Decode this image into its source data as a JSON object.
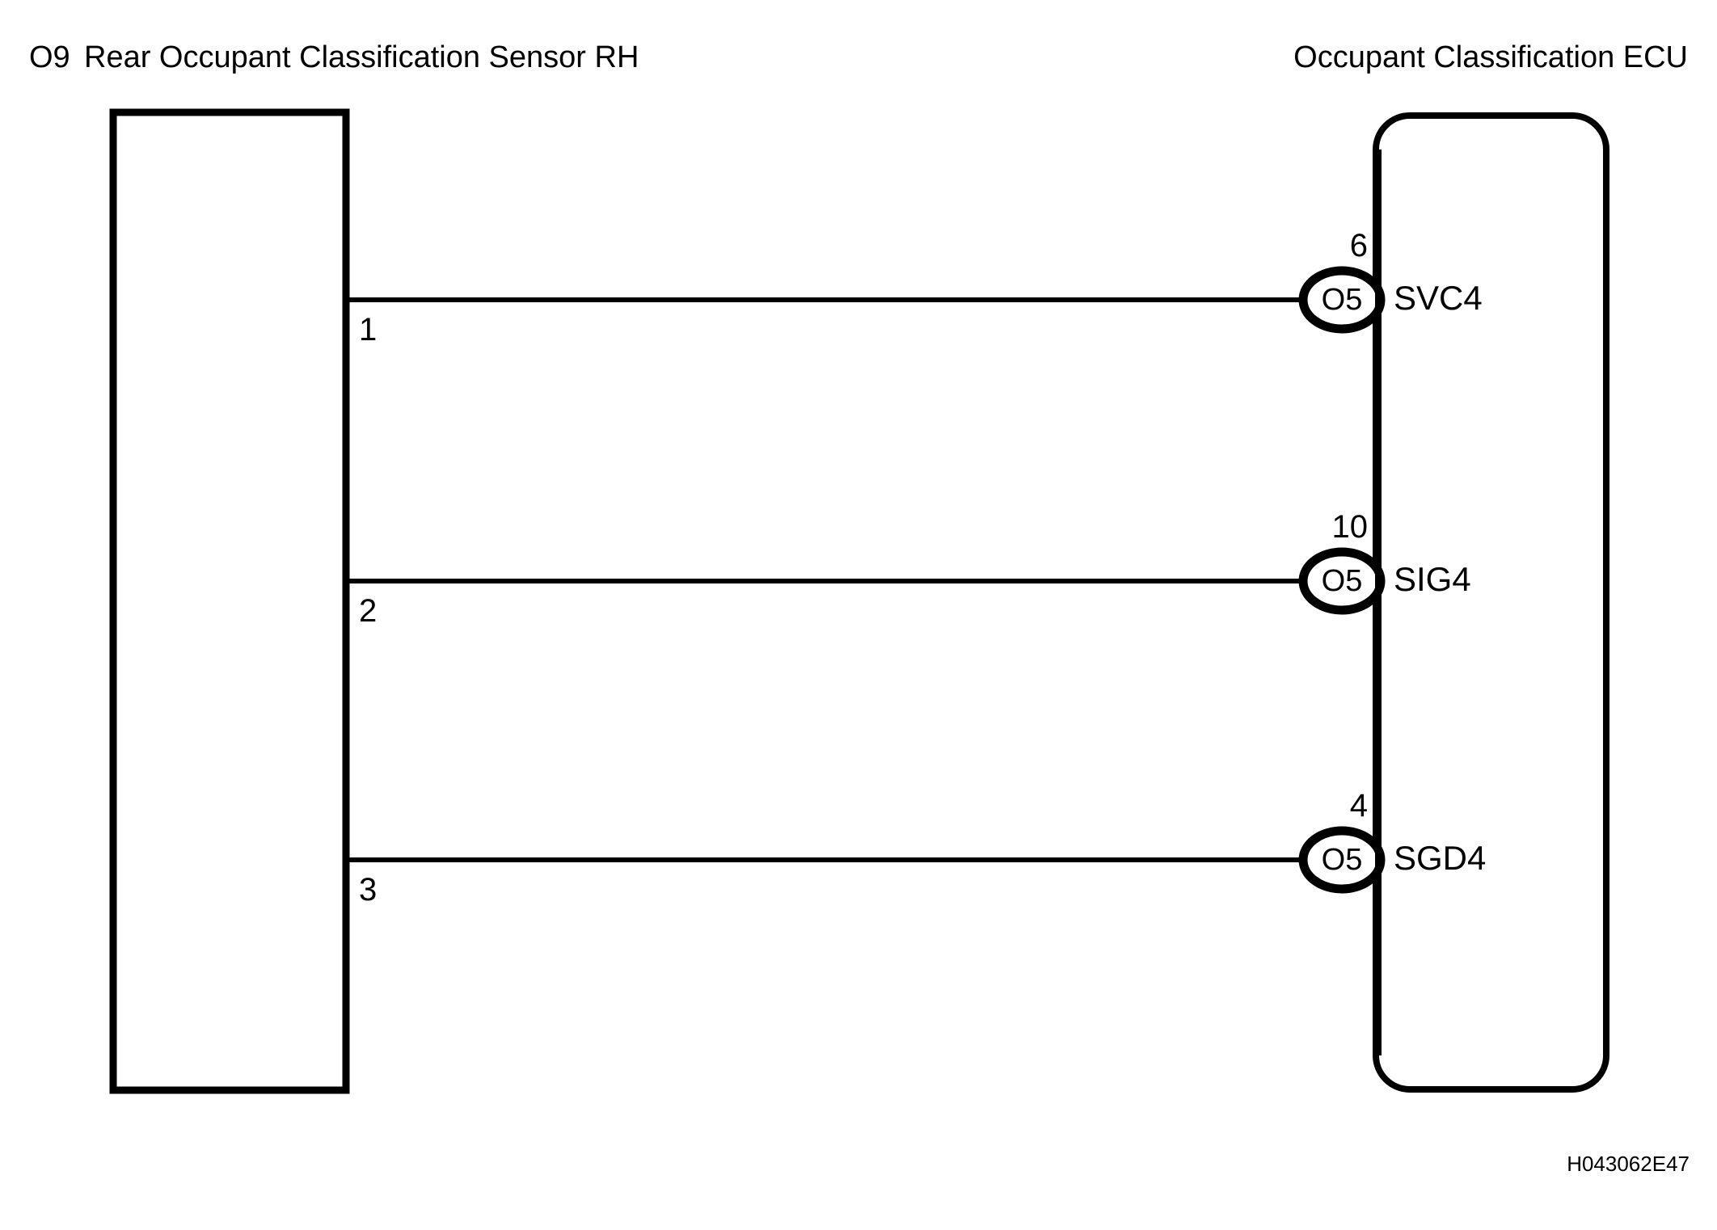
{
  "diagram": {
    "title_left_code": "O9",
    "title_left_name": "Rear Occupant Classification Sensor RH",
    "title_right_name": "Occupant Classification ECU",
    "diagram_id": "H043062E47",
    "line_color": "#000000",
    "background_color": "#ffffff"
  },
  "left_connector": {
    "name": "Rear Occupant Classification Sensor RH",
    "code": "O9",
    "pins": [
      {
        "number": "1"
      },
      {
        "number": "2"
      },
      {
        "number": "3"
      }
    ]
  },
  "right_connector": {
    "name": "Occupant Classification ECU",
    "terminals": [
      {
        "pin": "6",
        "connector_code": "O5",
        "signal": "SVC4"
      },
      {
        "pin": "10",
        "connector_code": "O5",
        "signal": "SIG4"
      },
      {
        "pin": "4",
        "connector_code": "O5",
        "signal": "SGD4"
      }
    ]
  },
  "wires": [
    {
      "from_pin": "1",
      "to_pin": "6",
      "signal": "SVC4"
    },
    {
      "from_pin": "2",
      "to_pin": "10",
      "signal": "SIG4"
    },
    {
      "from_pin": "3",
      "to_pin": "4",
      "signal": "SGD4"
    }
  ]
}
